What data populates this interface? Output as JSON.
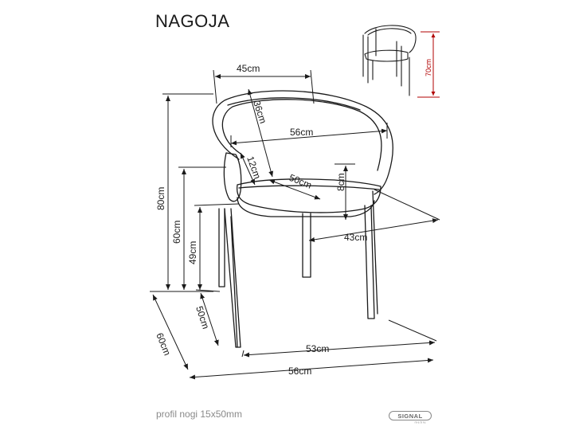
{
  "title": "NAGOJA",
  "caption": "profil nogi 15x50mm",
  "brand": {
    "name": "SIGNAL",
    "sub": "meble"
  },
  "thumbnail": {
    "height_label": "70cm",
    "accent": "#b00000"
  },
  "dimensions": {
    "back_top_width": "45cm",
    "back_height": "36cm",
    "armrest_width": "56cm",
    "armrest_height": "12cm",
    "seat_depth": "50cm",
    "seat_thickness": "8cm",
    "seat_width": "43cm",
    "total_height": "80cm",
    "armrest_floor_height": "60cm",
    "seat_floor_height": "49cm",
    "leg_depth": "50cm",
    "total_depth": "60cm",
    "leg_width": "53cm",
    "total_width": "56cm"
  }
}
